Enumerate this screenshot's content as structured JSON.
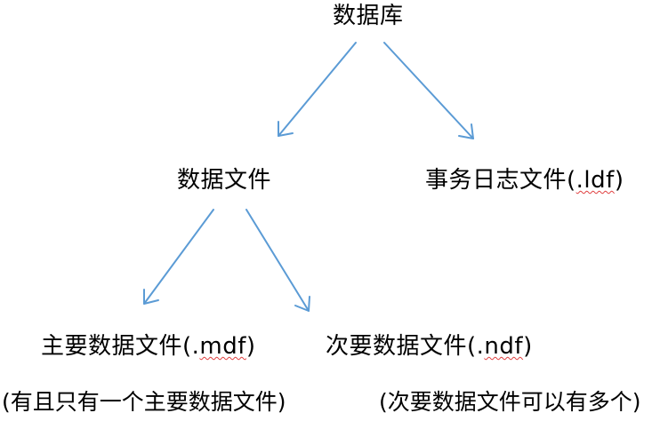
{
  "nodes": {
    "database": "数据库",
    "data_files": "数据文件",
    "transaction_log_prefix": "事务日志文件(",
    "transaction_log_ext": ".ldf",
    "transaction_log_suffix": ")",
    "primary_data_file_prefix": "主要数据文件(.",
    "primary_data_file_ext": "mdf",
    "primary_data_file_suffix": ")",
    "secondary_data_file_prefix": "次要数据文件(.",
    "secondary_data_file_ext": "ndf",
    "secondary_data_file_suffix": ")"
  },
  "notes": {
    "primary_note": "(有且只有一个主要数据文件)",
    "secondary_note": "(次要数据文件可以有多个)"
  },
  "colors": {
    "arrow": "#5b9bd5",
    "text": "#000000",
    "spellcheck_underline": "#e04040"
  }
}
